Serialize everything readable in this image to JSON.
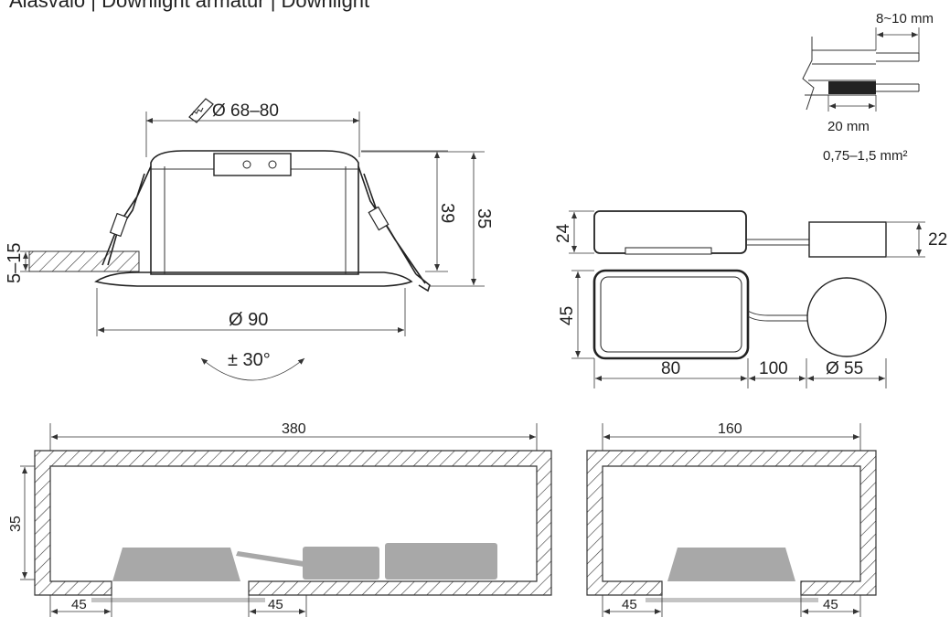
{
  "header": {
    "title": "Alasvalo  |  Downlight armatur  |  Downlight"
  },
  "fixture": {
    "cutout": "Ø 68–80",
    "height_inner": "39",
    "height_outer": "35",
    "ceiling_thickness": "5–15",
    "diameter": "Ø 90",
    "tilt": "± 30°"
  },
  "cable": {
    "strip_length": "8~10 mm",
    "sheath_length": "20 mm",
    "cross_section": "0,75–1,5 mm²"
  },
  "driver": {
    "height": "24",
    "depth": "45",
    "length": "80",
    "cable_length": "100",
    "module_height": "22",
    "module_diameter": "Ø 55"
  },
  "install_wide": {
    "width": "380",
    "depth": "35",
    "clear_left": "45",
    "clear_right": "45"
  },
  "install_narrow": {
    "width": "160",
    "clear_left": "45",
    "clear_right": "45"
  },
  "colors": {
    "line": "#333333",
    "fill_gray": "#a8a8a8",
    "light_gray": "#c4c4c4"
  }
}
